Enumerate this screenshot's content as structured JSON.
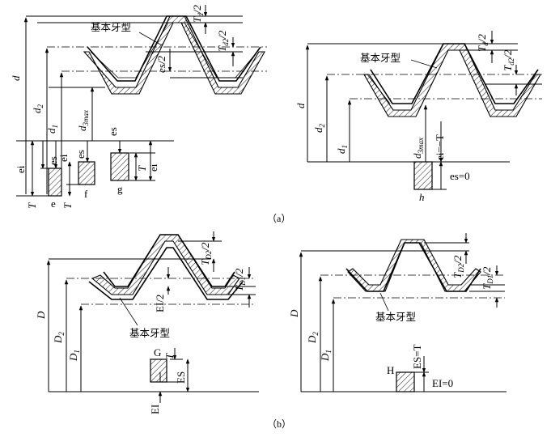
{
  "figure_a": {
    "caption": "（a）",
    "left": {
      "basic_profile": "基本牙型",
      "d": "d",
      "d2": "d",
      "d2_sub": "2",
      "d1": "d",
      "d1_sub": "1",
      "d3": "d",
      "d3_sub": "3max",
      "td": "T",
      "td_sub": "d",
      "td_tail": "/2",
      "td2": "T",
      "td2_sub": "d2",
      "td2_tail": "/2",
      "es2": "es/2",
      "es": "es",
      "ei": "ei",
      "T": "T",
      "e": "e",
      "f": "f",
      "g": "g"
    },
    "right": {
      "basic_profile": "基本牙型",
      "d": "d",
      "d2": "d",
      "d2_sub": "2",
      "d1": "d",
      "d1_sub": "1",
      "d3": "d",
      "d3_sub": "3max",
      "td": "T",
      "td_sub": "d",
      "td_tail": "/2",
      "td2": "T",
      "td2_sub": "d2",
      "td2_tail": "/2",
      "ei_eq": "ei=−T",
      "es_zero": "es=0",
      "h": "h"
    }
  },
  "figure_b": {
    "caption": "（b）",
    "left": {
      "basic_profile": "基本牙型",
      "D": "D",
      "D2": "D",
      "D2_sub": "2",
      "D1": "D",
      "D1_sub": "1",
      "TD2": "T",
      "TD2_sub": "D2",
      "TD2_tail": "/2",
      "TD1": "T",
      "TD1_sub": "D1",
      "TD1_tail": "/2",
      "EI2": "EI/2",
      "G": "G",
      "T": "T",
      "ES": "ES",
      "EI": "EI"
    },
    "right": {
      "basic_profile": "基本牙型",
      "D": "D",
      "D2": "D",
      "D2_sub": "2",
      "D1": "D",
      "D1_sub": "1",
      "TD2": "T",
      "TD2_sub": "D2",
      "TD2_tail": "/2",
      "TD1": "T",
      "TD1_sub": "D1",
      "TD1_tail": "/2",
      "H": "H",
      "ES_eq": "ES=T",
      "EI_zero": "EI=0"
    }
  }
}
